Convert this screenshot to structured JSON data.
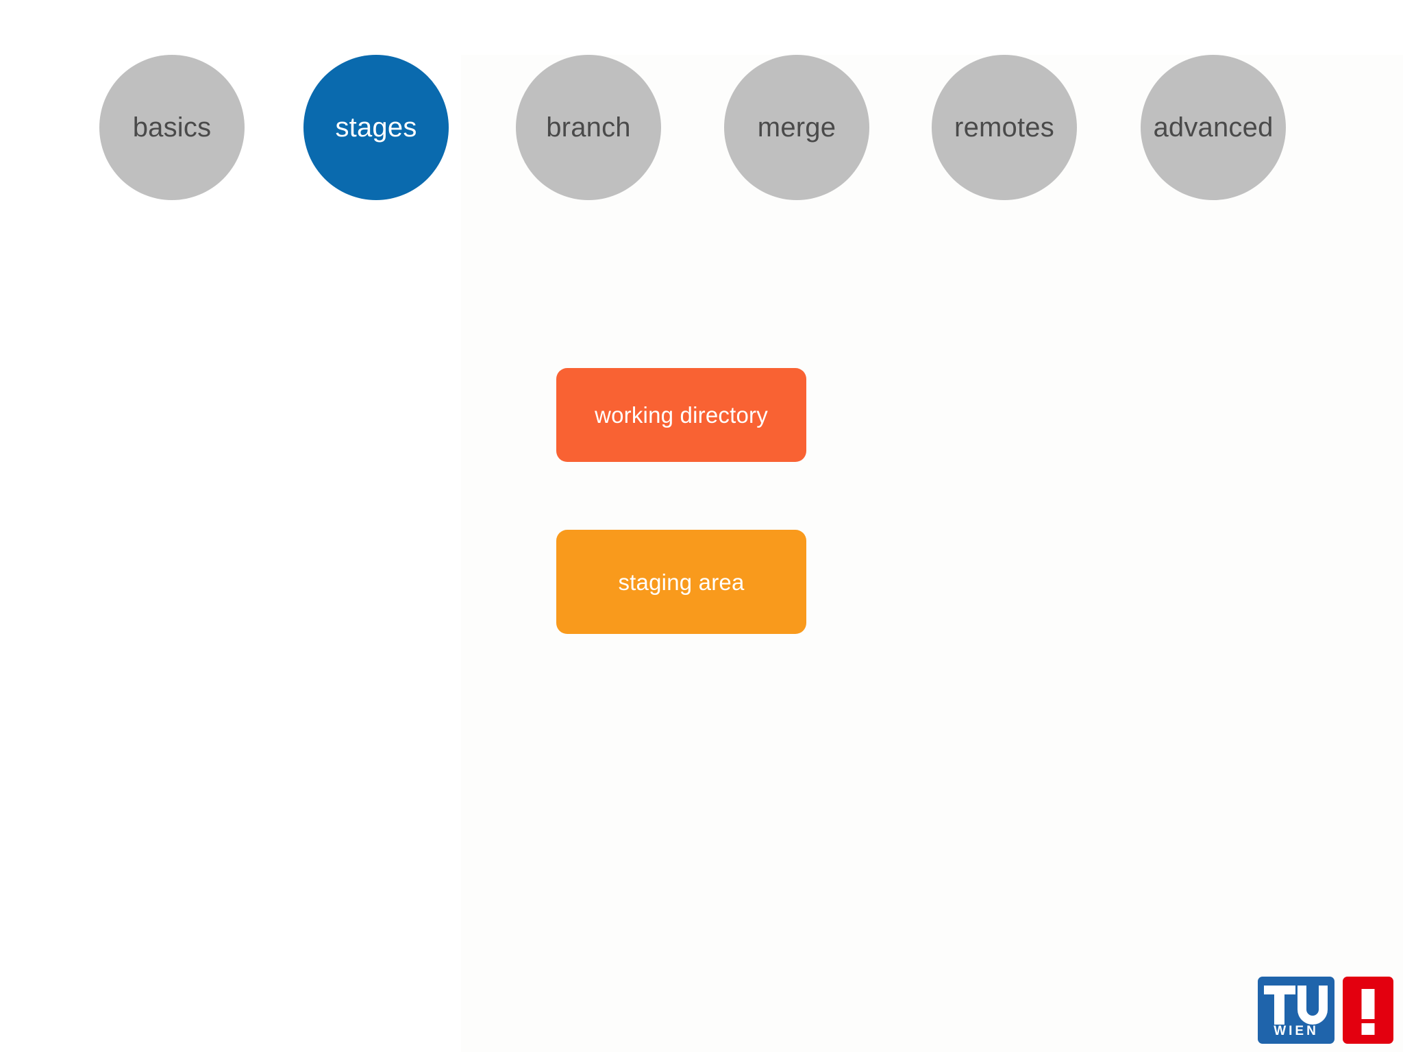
{
  "slide": {
    "background_color": "#ffffff",
    "content_panel_color": "#fdfdfc"
  },
  "topic_nav": {
    "active_color": "#0a6aae",
    "inactive_color": "#bfbfbf",
    "inactive_text_color": "#4a4a4a",
    "active_text_color": "#ffffff",
    "items": [
      {
        "label": "basics",
        "active": false
      },
      {
        "label": "stages",
        "active": true
      },
      {
        "label": "branch",
        "active": false
      },
      {
        "label": "merge",
        "active": false
      },
      {
        "label": "remotes",
        "active": false
      },
      {
        "label": "advanced",
        "active": false
      }
    ]
  },
  "stages_diagram": {
    "boxes": [
      {
        "label": "working directory",
        "color": "#f96233",
        "text_color": "#ffffff"
      },
      {
        "label": "staging area",
        "color": "#f99a1c",
        "text_color": "#ffffff"
      }
    ]
  },
  "logo": {
    "mark_text": "TU",
    "wordmark": "WIEN",
    "exclamation": "!",
    "blue": "#1f64ab",
    "red": "#e3000f"
  }
}
